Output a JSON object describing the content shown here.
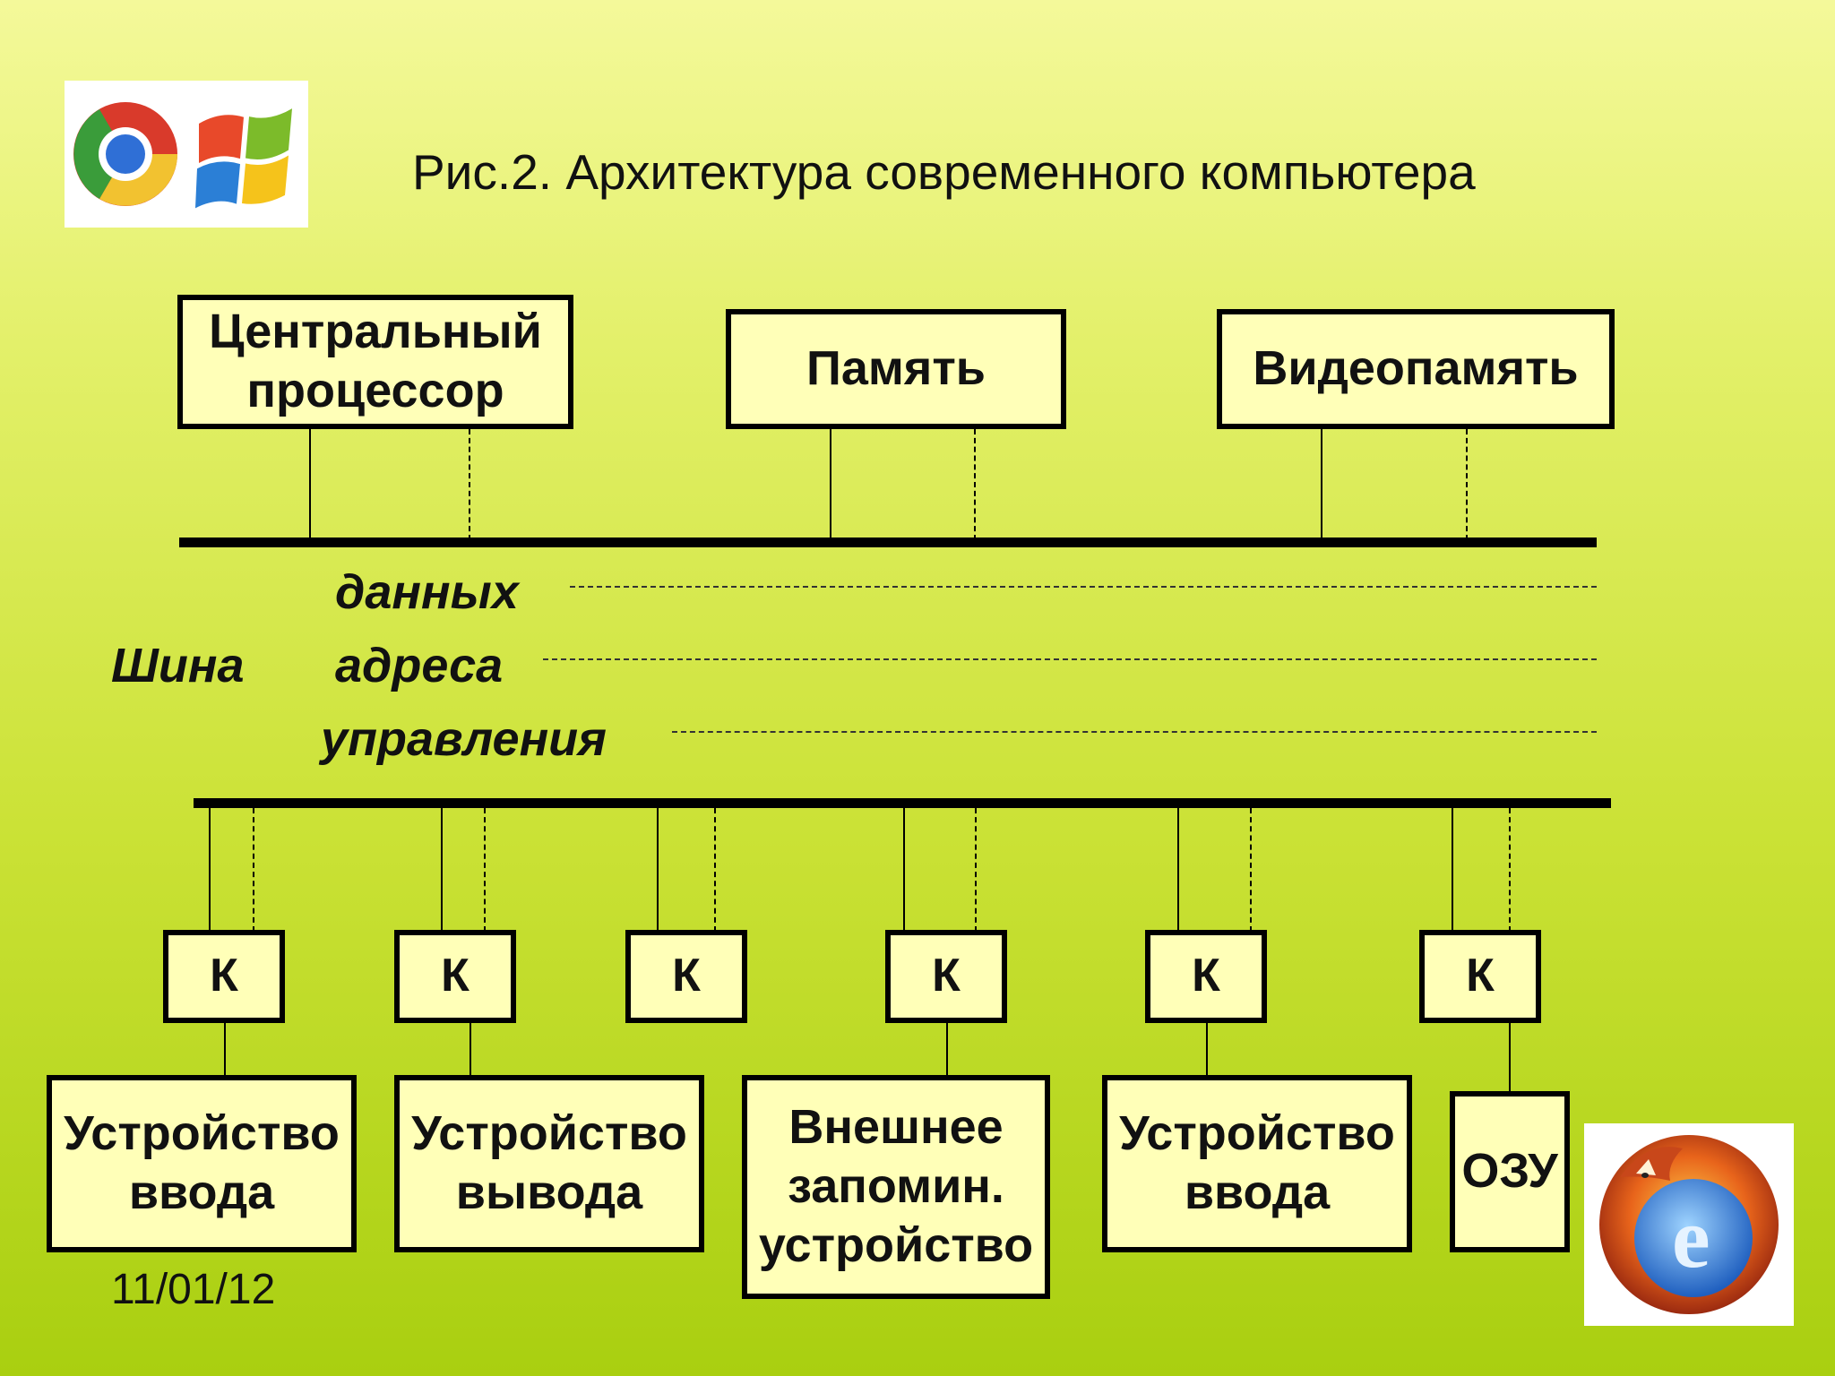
{
  "title": "Рис.2. Архитектура современного компьютера",
  "top_boxes": [
    {
      "label": "Центральный\nпроцессор"
    },
    {
      "label": "Память"
    },
    {
      "label": "Видеопамять"
    }
  ],
  "bus": {
    "label": "Шина",
    "lines": [
      "данных",
      "адреса",
      "управления"
    ]
  },
  "controller_label": "К",
  "bottom_boxes": [
    {
      "label": "Устройство\nввода"
    },
    {
      "label": "Устройство\nвывода"
    },
    {
      "label": "Внешнее\nзапомин.\nустройство"
    },
    {
      "label": "Устройство\nввода"
    },
    {
      "label": "ОЗУ"
    }
  ],
  "date": "11/01/12",
  "logos": [
    "chrome-logo",
    "windows-logo",
    "firefox-ie-logo"
  ]
}
